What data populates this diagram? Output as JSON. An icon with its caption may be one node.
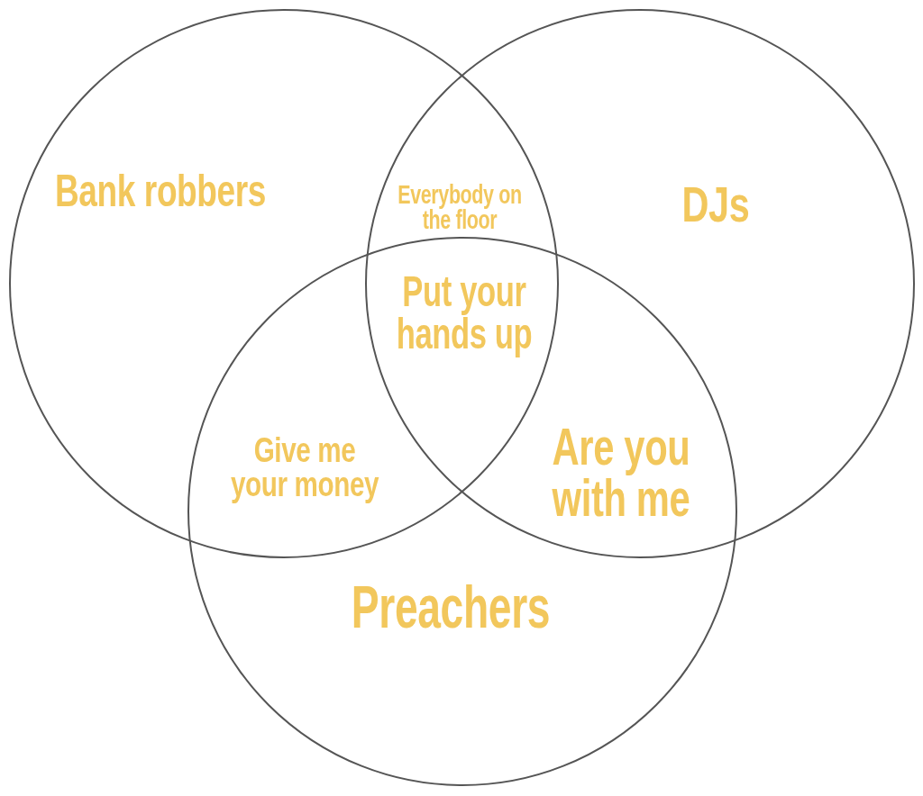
{
  "diagram": {
    "nodes": [
      {
        "text": [
          "Bank robbers"
        ]
      },
      {
        "text": [
          "DJs"
        ]
      },
      {
        "text": [
          "Preachers"
        ]
      }
    ],
    "labels": [
      "Everybody on the floor",
      "Put your hands up",
      "Give me your money",
      "Are you with me"
    ]
  }
}
